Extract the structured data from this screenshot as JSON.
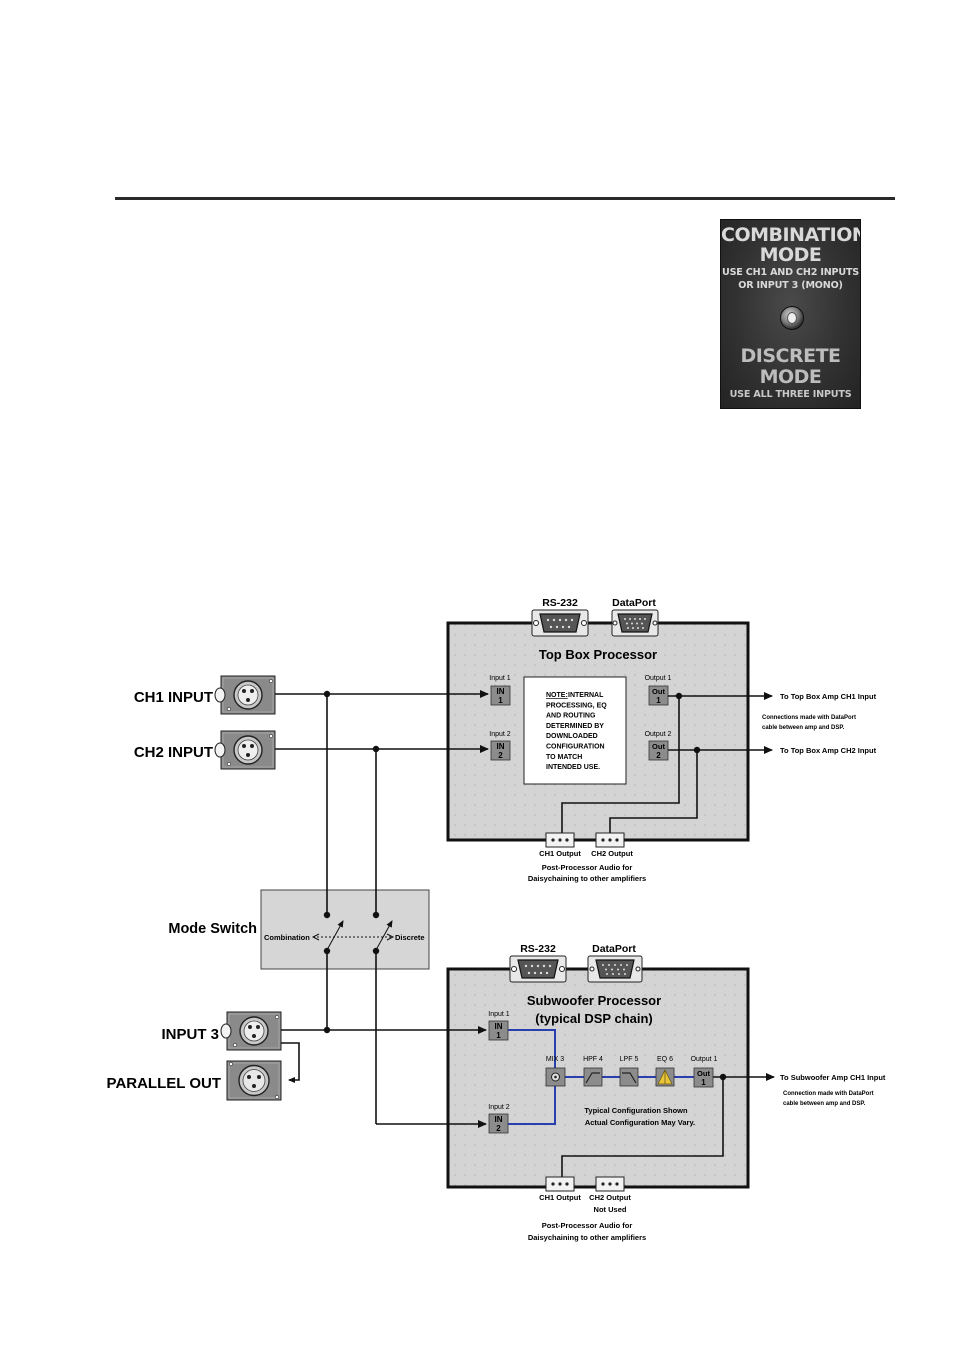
{
  "photo": {
    "combination_line1": "COMBINATION",
    "combination_line2": "MODE",
    "combination_note_line1": "USE CH1 AND CH2 INPUTS",
    "combination_note_line2": "OR INPUT 3 (MONO)",
    "discrete_line1": "DISCRETE",
    "discrete_line2": "MODE",
    "discrete_note": "USE ALL THREE INPUTS"
  },
  "inputs": {
    "ch1": "CH1 INPUT",
    "ch2": "CH2 INPUT",
    "input3": "INPUT 3",
    "parallel_out": "PARALLEL OUT"
  },
  "mode_switch": {
    "title": "Mode Switch",
    "combination": "Combination",
    "discrete": "Discrete"
  },
  "top_processor": {
    "rs232": "RS-232",
    "dataport": "DataPort",
    "title": "Top Box Processor",
    "input1_label": "Input 1",
    "input2_label": "Input 2",
    "in1_top": "IN",
    "in1_num": "1",
    "in2_top": "IN",
    "in2_num": "2",
    "output1_label": "Output 1",
    "output2_label": "Output 2",
    "out1_top": "Out",
    "out1_num": "1",
    "out2_top": "Out",
    "out2_num": "2",
    "note_heading": "NOTE:",
    "note_lines": [
      " INTERNAL",
      "PROCESSING, EQ",
      "AND ROUTING",
      "DETERMINED BY",
      "DOWNLOADED",
      "CONFIGURATION",
      "TO MATCH",
      "INTENDED USE."
    ],
    "ch1_output": "CH1 Output",
    "ch2_output": "CH2 Output",
    "post_line1": "Post-Processor Audio for",
    "post_line2": "Daisychaining to other amplifiers",
    "dest1": "To Top Box Amp CH1 Input",
    "dest2": "To Top Box Amp CH2 Input",
    "conn_note_line1": "Connections made with DataPort",
    "conn_note_line2": "cable between amp and DSP."
  },
  "sub_processor": {
    "rs232": "RS-232",
    "dataport": "DataPort",
    "title_line1": "Subwoofer Processor",
    "title_line2": "(typical DSP chain)",
    "input1_label": "Input 1",
    "input2_label": "Input 2",
    "in1_top": "IN",
    "in1_num": "1",
    "in2_top": "IN",
    "in2_num": "2",
    "mix_label": "MIX 3",
    "hpf_label": "HPF 4",
    "lpf_label": "LPF 5",
    "eq_label": "EQ 6",
    "output1_label": "Output 1",
    "out1_top": "Out",
    "out1_num": "1",
    "config_line1": "Typical Configuration Shown",
    "config_line2": "Actual Configuration May Vary.",
    "ch1_output": "CH1 Output",
    "ch2_output": "CH2 Output",
    "not_used": "Not Used",
    "post_line1": "Post-Processor Audio for",
    "post_line2": "Daisychaining to other amplifiers",
    "dest1": "To Subwoofer Amp CH1 Input",
    "conn_note_line1": "Connection made with DataPort",
    "conn_note_line2": "cable between amp and DSP."
  },
  "colors": {
    "panel_fill": "#d4d4d4",
    "dsp_chain": "#2a3fae",
    "wire": "#111111"
  }
}
